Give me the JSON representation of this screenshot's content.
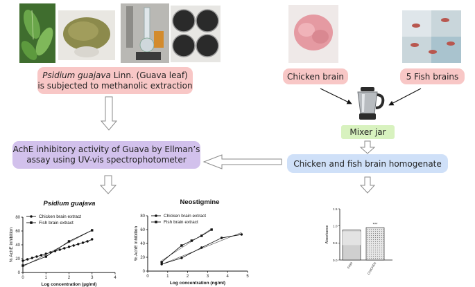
{
  "extraction_box": {
    "line1_italic": "Psidium guajava",
    "line1_rest": " Linn. (Guava leaf)",
    "line2": "is subjected to methanolic extraction"
  },
  "chicken_label": "Chicken brain",
  "fish_label": "5 Fish brains",
  "mixer_label": "Mixer jar",
  "ache_box": {
    "line1": "AchE inhibitory activity of Guava by Ellman’s",
    "line2": "assay using UV-vis spectrophotometer"
  },
  "homogenate_label": "Chicken and fish brain homogenate",
  "colors": {
    "pink_box": "#f8c7c6",
    "purple_box": "#d2c1ec",
    "blue_box": "#cfe0f8",
    "green_box": "#d8f2bf"
  },
  "chart_data": [
    {
      "type": "line",
      "title": "Psidium guajava",
      "xlabel": "Log concentration (µg/ml)",
      "ylabel": "% AchE inhibition",
      "xlim": [
        0,
        4
      ],
      "ylim": [
        0,
        80
      ],
      "xticks": [
        "0",
        "1",
        "2",
        "3",
        "4"
      ],
      "yticks": [
        "0",
        "20",
        "40",
        "60",
        "80"
      ],
      "series": [
        {
          "name": "Chicken brain extract",
          "marker": "circle",
          "x": [
            0,
            0.2,
            0.4,
            0.6,
            0.8,
            1.0,
            1.2,
            1.4,
            1.6,
            1.8,
            2.0,
            2.2,
            2.4,
            2.6,
            2.8,
            3.0
          ],
          "y": [
            17,
            19,
            21,
            23,
            25,
            27,
            29,
            31,
            33,
            35,
            37,
            39,
            41,
            43,
            45,
            48
          ]
        },
        {
          "name": "Fish brain extract",
          "marker": "square",
          "x": [
            0,
            1,
            2,
            3
          ],
          "y": [
            10,
            23,
            45,
            61
          ]
        }
      ]
    },
    {
      "type": "line",
      "title": "Neostigmine",
      "xlabel": "Log concentration (ng/ml)",
      "ylabel": "% AchE inhibition",
      "xlim": [
        0,
        5
      ],
      "ylim": [
        0,
        80
      ],
      "xticks": [
        "0",
        "1",
        "2",
        "3",
        "4",
        "5"
      ],
      "yticks": [
        "0",
        "20",
        "40",
        "60",
        "80"
      ],
      "series": [
        {
          "name": "Chicken brain extract",
          "marker": "circle",
          "x": [
            0.7,
            1.7,
            2.7,
            3.7,
            4.7
          ],
          "y": [
            10,
            19,
            34,
            48,
            53
          ]
        },
        {
          "name": "Fish brain extract",
          "marker": "square",
          "x": [
            0.7,
            1.7,
            2.2,
            2.7,
            3.2
          ],
          "y": [
            13,
            37,
            44,
            51,
            60
          ]
        }
      ]
    },
    {
      "type": "bar",
      "ylabel": "Absorbance",
      "categories": [
        "FISH",
        "CHICKEN"
      ],
      "values": [
        0.88,
        0.95
      ],
      "ylim": [
        0,
        1.5
      ],
      "yticks": [
        "0.0",
        "0.5",
        "1.0",
        "1.5"
      ],
      "annotations": [
        "",
        "***"
      ]
    }
  ]
}
